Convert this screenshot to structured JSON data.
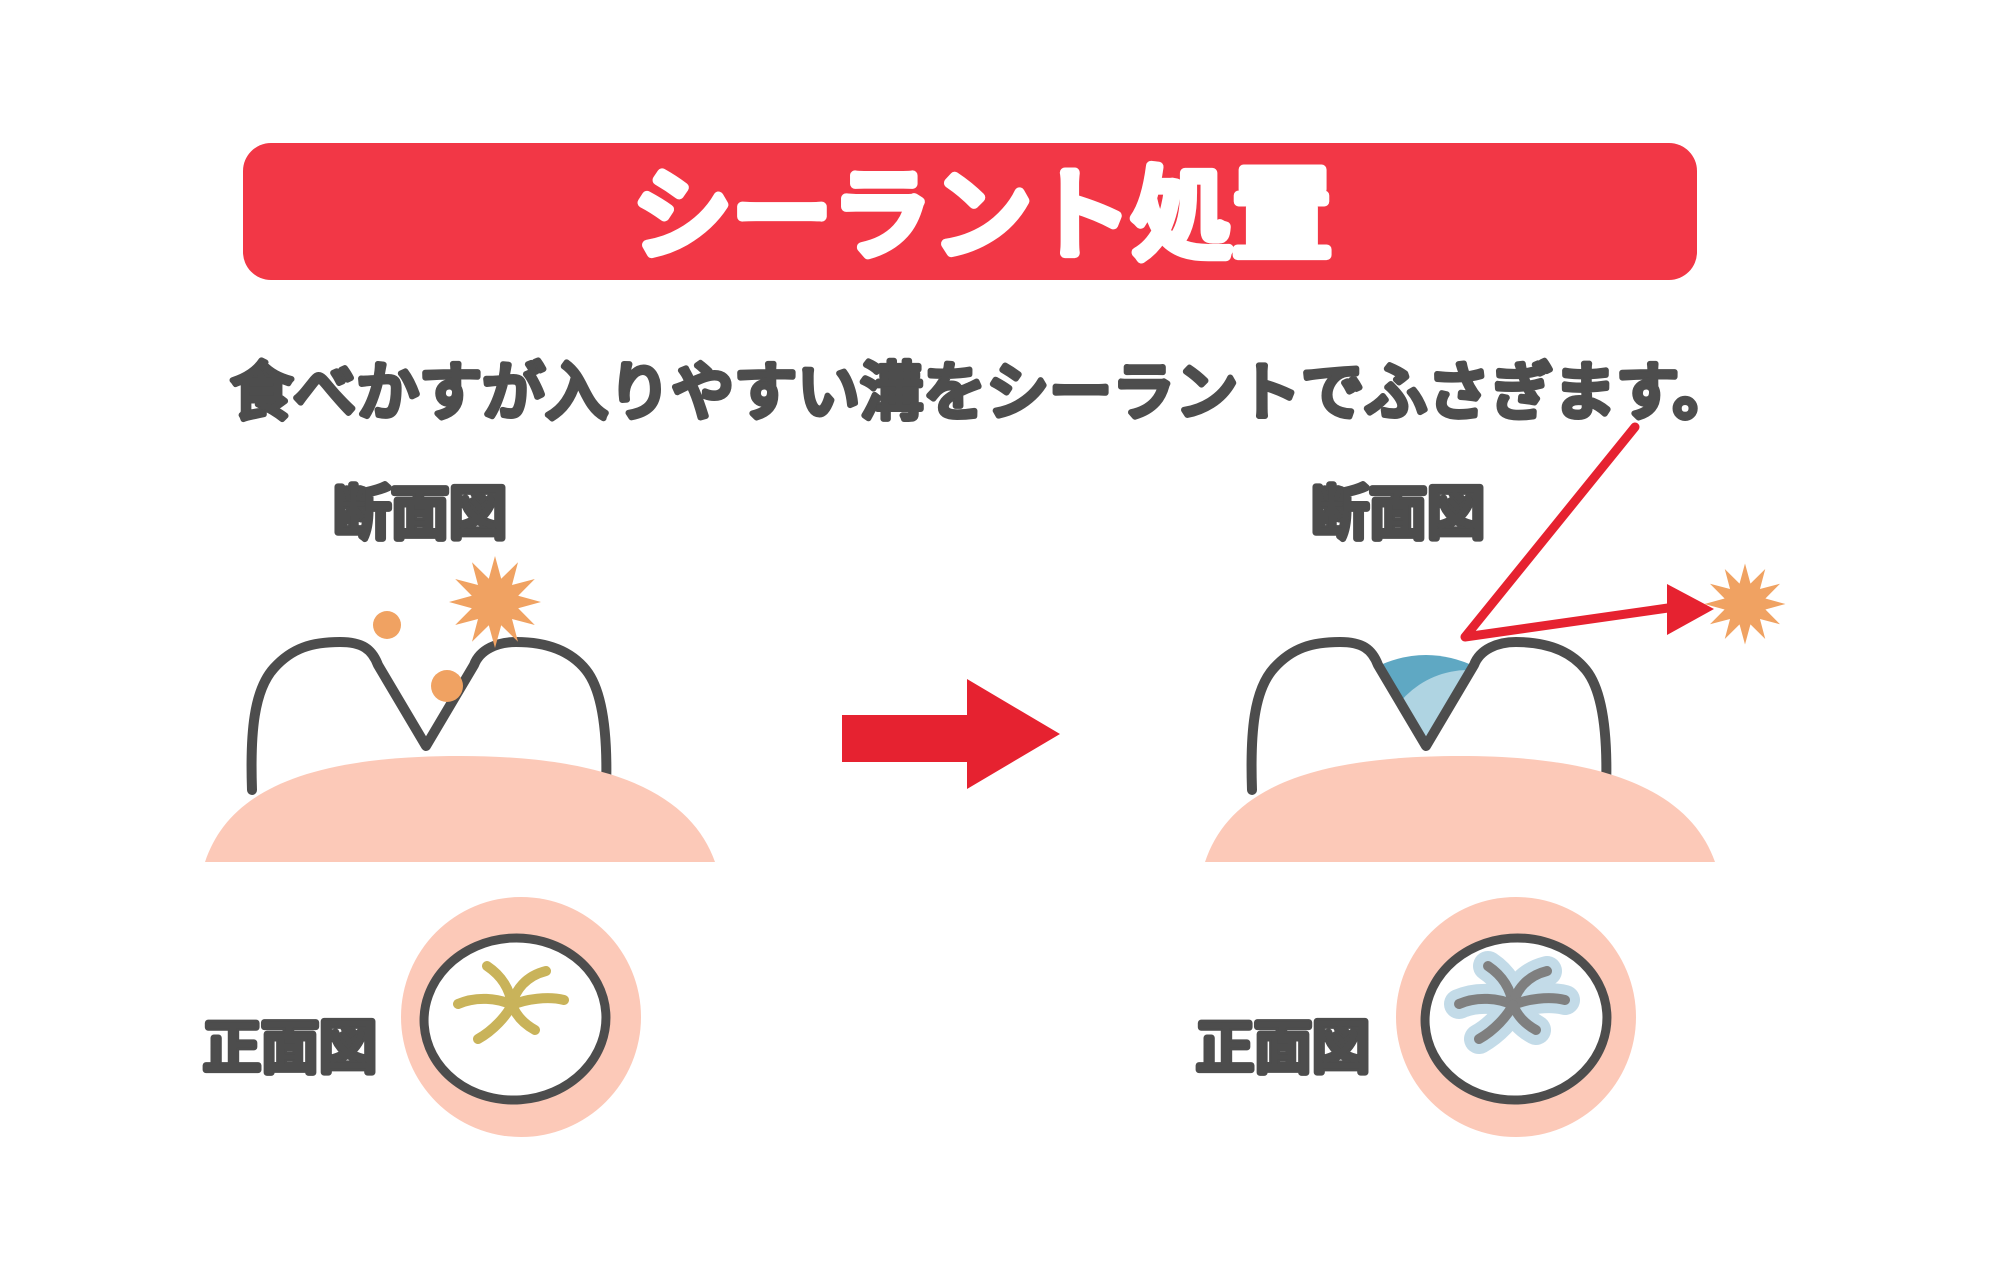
{
  "title": {
    "text": "シーラント処置"
  },
  "subtitle": {
    "text": "食べかすが入りやすい溝をシーラントでふさぎます。"
  },
  "sections": {
    "before": {
      "cross_section_label": "断面図",
      "front_label": "正面図"
    },
    "after": {
      "cross_section_label": "断面図",
      "front_label": "正面図"
    }
  },
  "icons": {
    "food_debris_dot_icon": "orange-circle",
    "food_debris_burst_icon": "orange-12-point-starburst",
    "transition_arrow_icon": "solid-red-right-arrow",
    "repelled_debris_arrow_icon": "red-bent-pointer-arrow",
    "sealant_fill_icon": "blue-v-groove-fill",
    "groove_pattern_icon": "radial-fissure-lines"
  },
  "palette": {
    "banner_red": "#F23746",
    "arrow_red": "#E62230",
    "outline_gray": "#4D4D4D",
    "text_gray": "#4D4D4D",
    "fissure_gray": "#7F7F7F",
    "gum_pink": "#FCC9B8",
    "debris_orange": "#F0A262",
    "groove_olive": "#C9B35A",
    "sealant_blue_dark": "#5FA8C3",
    "sealant_blue_light": "#AFD4E2",
    "sealant_blue_pale": "#C3DBE8",
    "title_text_white": "#FFFFFF",
    "background_white": "#FFFFFF"
  }
}
